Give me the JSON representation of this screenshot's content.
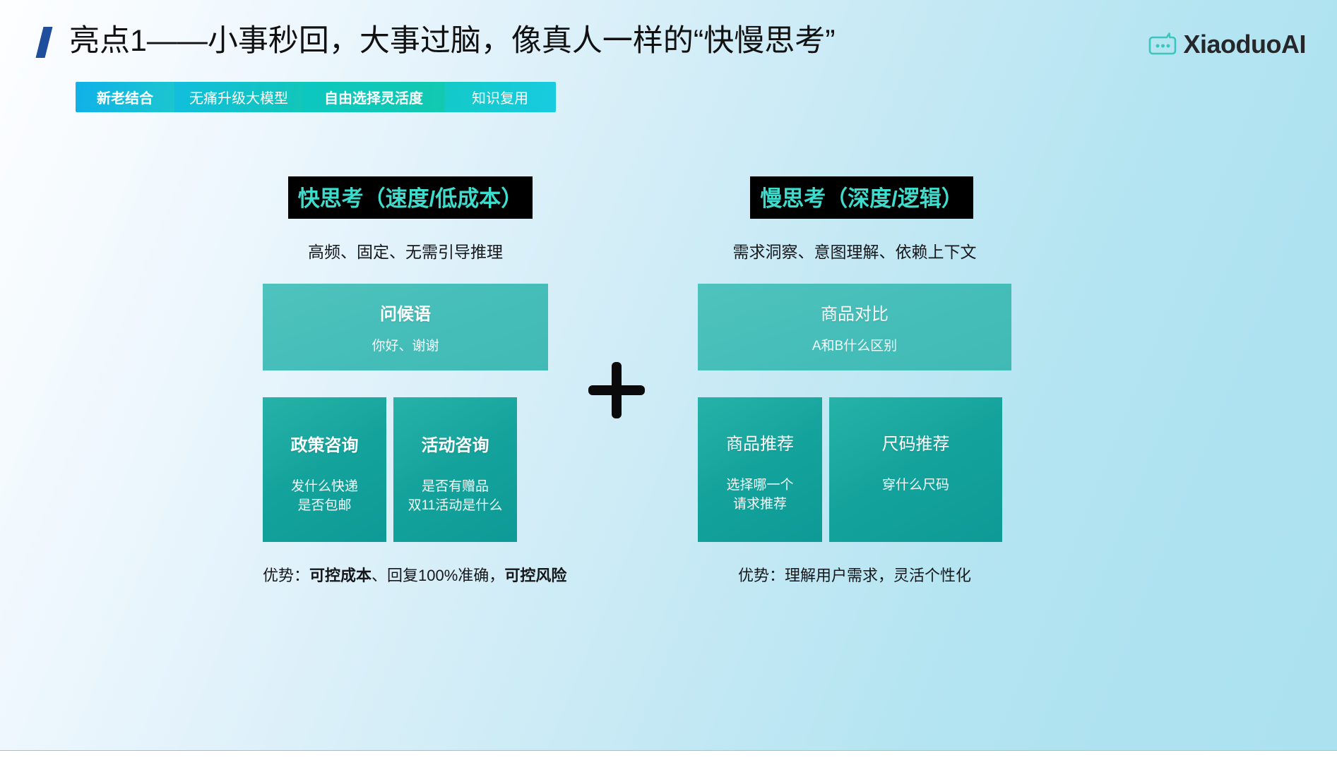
{
  "header": {
    "title": "亮点1——小事秒回，大事过脑，像真人一样的“快慢思考”",
    "accent_color": "#1f4e9c",
    "logo": {
      "name": "XiaoduoAI",
      "icon": "chat-robot-icon",
      "color": "#3cc6bd"
    }
  },
  "tabs": [
    {
      "label": "新老结合",
      "active": true,
      "from": "#0fb1e8",
      "to": "#1cc6cf"
    },
    {
      "label": "无痛升级大模型",
      "active": false,
      "from": "#12bedd",
      "to": "#12c6b9"
    },
    {
      "label": "自由选择灵活度",
      "active": true,
      "from": "#0cc7c0",
      "to": "#12c9b0"
    },
    {
      "label": "知识复用",
      "active": false,
      "from": "#14c9c7",
      "to": "#18cbe0"
    }
  ],
  "columns": {
    "left": {
      "header": "快思考（速度/低成本）",
      "header_text_color": "#3ddccd",
      "header_bg_color": "#000000",
      "subtitle": "高频、固定、无需引导推理",
      "big_card": {
        "title": "问候语",
        "subtitle": "你好、谢谢",
        "bg_color": "#47bdb8"
      },
      "small_cards": [
        {
          "title": "政策咨询",
          "subtitle": "发什么快递\n是否包邮",
          "bg_color": "#14a39c"
        },
        {
          "title": "活动咨询",
          "subtitle": "是否有赠品\n双11活动是什么",
          "bg_color": "#14a39c"
        }
      ],
      "advantage_prefix": "优势：",
      "advantage_parts": [
        {
          "text": "可控成本",
          "bold": true
        },
        {
          "text": "、回复100%准确，",
          "bold": false
        },
        {
          "text": "可控风险",
          "bold": true
        }
      ]
    },
    "right": {
      "header": "慢思考（深度/逻辑）",
      "header_text_color": "#3ddccd",
      "header_bg_color": "#000000",
      "subtitle": "需求洞察、意图理解、依赖上下文",
      "big_card": {
        "title": "商品对比",
        "subtitle": "A和B什么区别",
        "bg_color": "#47bdb8"
      },
      "small_cards": [
        {
          "title": "商品推荐",
          "subtitle": "选择哪一个\n请求推荐",
          "bg_color": "#14a39c"
        },
        {
          "title": "尺码推荐",
          "subtitle": "穿什么尺码",
          "bg_color": "#14a39c"
        }
      ],
      "advantage_prefix": "优势：",
      "advantage_parts": [
        {
          "text": "理解用户需求，灵活个性化",
          "bold": false
        }
      ]
    }
  },
  "operator": {
    "symbol": "plus-sign",
    "color": "#0a0a0a"
  },
  "background": {
    "from": "#fdfeff",
    "to": "#ace1ef"
  }
}
